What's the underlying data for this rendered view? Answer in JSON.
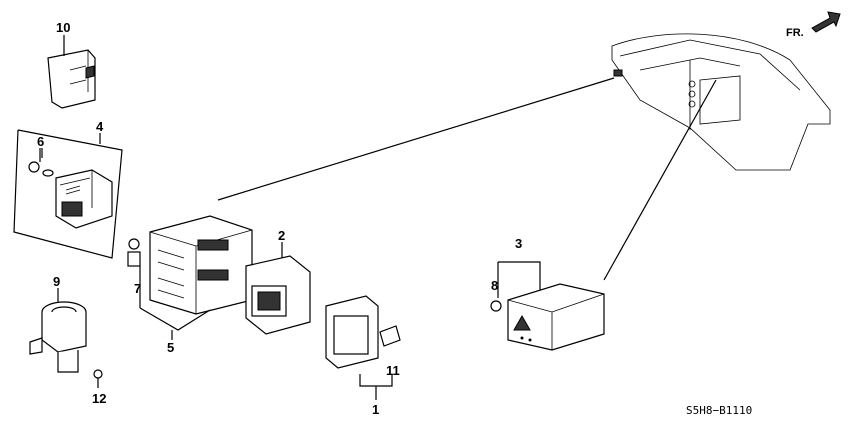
{
  "callouts": {
    "p1": "1",
    "p2": "2",
    "p3": "3",
    "p4": "4",
    "p5": "5",
    "p6": "6",
    "p7": "7",
    "p8": "8",
    "p9": "9",
    "p10": "10",
    "p11": "11",
    "p12": "12"
  },
  "direction_label": "FR.",
  "diagram_code": "S5H8−B1110"
}
